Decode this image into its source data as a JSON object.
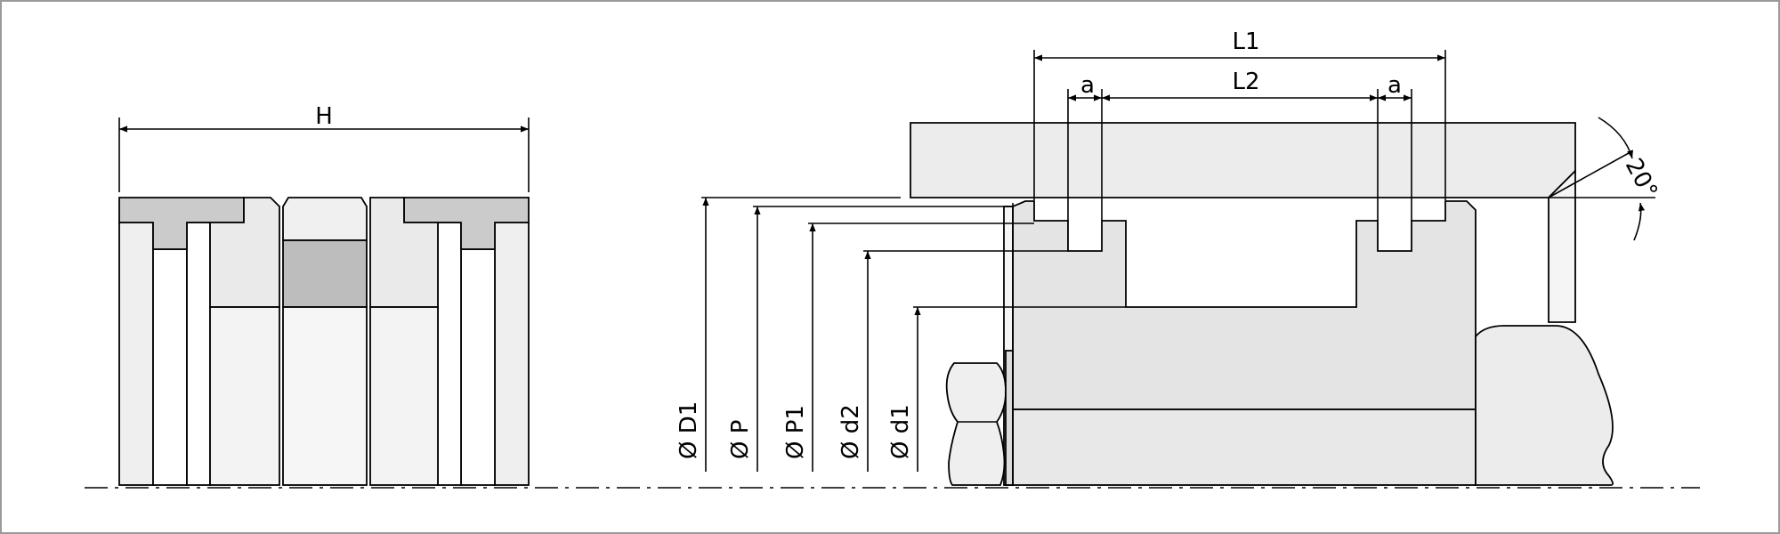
{
  "labels": {
    "H": "H",
    "L1": "L1",
    "L2": "L2",
    "a_left": "a",
    "a_right": "a",
    "angle": "20°",
    "D1": "Ø D1",
    "P": "Ø P",
    "P1": "Ø P1",
    "d2": "Ø d2",
    "d1": "Ø d1"
  },
  "colors": {
    "light_fill": "#eeeeee",
    "mid_fill": "#cbcbcb",
    "dark_fill": "#bdbdbd",
    "line": "#000000",
    "frame": "#9a9a9a"
  }
}
